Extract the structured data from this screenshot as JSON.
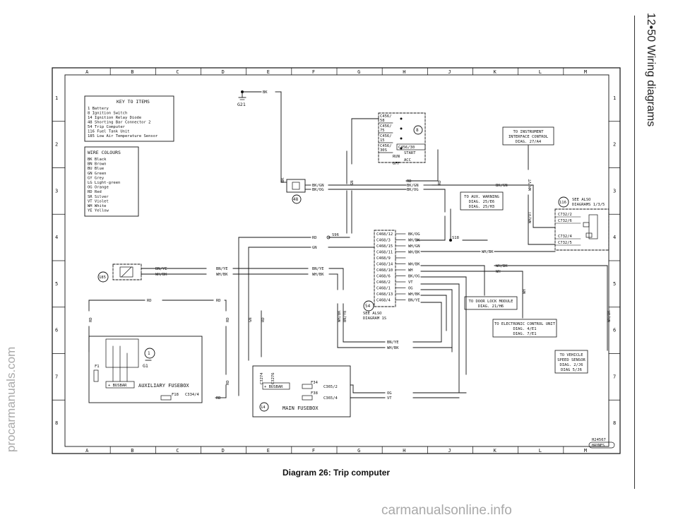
{
  "page_header": "12•50  Wiring diagrams",
  "caption": "Diagram 26: Trip computer",
  "watermark_side": "procarmanuals.com",
  "watermark_bottom": "carmanualsonline.info",
  "grid": {
    "cols": [
      "A",
      "B",
      "C",
      "D",
      "E",
      "F",
      "G",
      "H",
      "J",
      "K",
      "L",
      "M"
    ],
    "rows": [
      "1",
      "2",
      "3",
      "4",
      "5",
      "6",
      "7",
      "8"
    ]
  },
  "key_to_items": {
    "title": "KEY TO ITEMS",
    "items": [
      "1   Battery",
      "8   Ignition Switch",
      "14  Ignition Relay Diode",
      "48  Shorting Bar Connector 2",
      "54  Trip Computer",
      "116 Fuel Tank Unit",
      "185 Low Air Temperature Sensor"
    ]
  },
  "wire_colours": {
    "title": "WIRE COLOURS",
    "items": [
      "BK  Black",
      "BN  Brown",
      "BU  Blue",
      "GN  Green",
      "GY  Grey",
      "LG  Light-green",
      "OG  Orange",
      "RD  Red",
      "SR  Silver",
      "VT  Violet",
      "WH  White",
      "YE  Yellow"
    ]
  },
  "ignition_contacts": [
    "C456/ 58",
    "C456/ 75",
    "C456/ 15",
    "C456/ 30S"
  ],
  "ignition_extra": "C456/30",
  "ignition_positions": [
    "START",
    "RUN",
    "ACC",
    "OFF"
  ],
  "trip_connector_pins": [
    "C468/12",
    "C468/3",
    "C468/15",
    "C468/11",
    "C468/9",
    "C468/14",
    "C468/10",
    "C468/6",
    "C468/2",
    "C468/1",
    "C468/13",
    "C468/4"
  ],
  "trip_pin_colours": [
    "BK/OG",
    "WH/BK",
    "WH/GN",
    "WH/BK",
    "",
    "WH/BK",
    "WH",
    "BK/OG",
    "VT",
    "OG",
    "WH/BK",
    "BN/YE"
  ],
  "fuel_tank_pins": [
    "C732/2",
    "C732/6",
    "C732/4",
    "C732/5"
  ],
  "item_numbers": {
    "ignition": "8",
    "shorting": "48",
    "trip": "54",
    "fuel": "116",
    "sensor": "185",
    "battery": "1",
    "relay": "14"
  },
  "ground_labels": [
    "G21",
    "G1"
  ],
  "splice_labels": [
    "S96",
    "S18"
  ],
  "refs": {
    "instrument": [
      "TO INSTRUMENT",
      "INTERFACE CONTROL",
      "DIAG. 27/A4"
    ],
    "aux": [
      "TO AUX. WARNING",
      "DIAG. 25/E6",
      "DIAG. 25/H3"
    ],
    "see_116": [
      "SEE ALSO",
      "DIAGRAMS 1/3/5"
    ],
    "door": [
      "TO DOOR LOCK MODULE",
      "DIAG. 21/H6"
    ],
    "ecu": [
      "TO ELECTRONIC CONTROL UNIT",
      "DIAG. 4/E1",
      "DIAG. 7/E1"
    ],
    "vss": [
      "TO VEHICLE",
      "SPEED SENSOR",
      "DIAG. 2/J6",
      "DIAG 5/J6"
    ],
    "see_54": [
      "SEE ALSO",
      "DIAGRAM 1S"
    ]
  },
  "fusebox_aux": {
    "title": "AUXILIARY FUSEBOX",
    "busbar": "+ BUSBAR",
    "fuse_f1": "F1",
    "fuse_f18": "F18",
    "conn": "C334/4"
  },
  "fusebox_main": {
    "title": "MAIN FUSEBOX",
    "busbar": "+ BUSBAR",
    "fuse_f34": "F34",
    "fuse_f38": "F38",
    "conn1": "C365/2",
    "conn2": "C365/4",
    "vconn1": "C3274",
    "vconn2": "C3276"
  },
  "wire_labels": {
    "bk_top": "BK",
    "bk_gn": "BK/GN",
    "bk_og": "BK/OG",
    "rd": "RD",
    "gn": "GN",
    "bn_ye": "BN/YE",
    "wh_bk": "WH/BK",
    "wh": "WH",
    "og": "OG",
    "vt": "VT",
    "wh_vt": "WH/VT"
  },
  "footer_code": "H24567",
  "footer_brand": "HAYNES"
}
